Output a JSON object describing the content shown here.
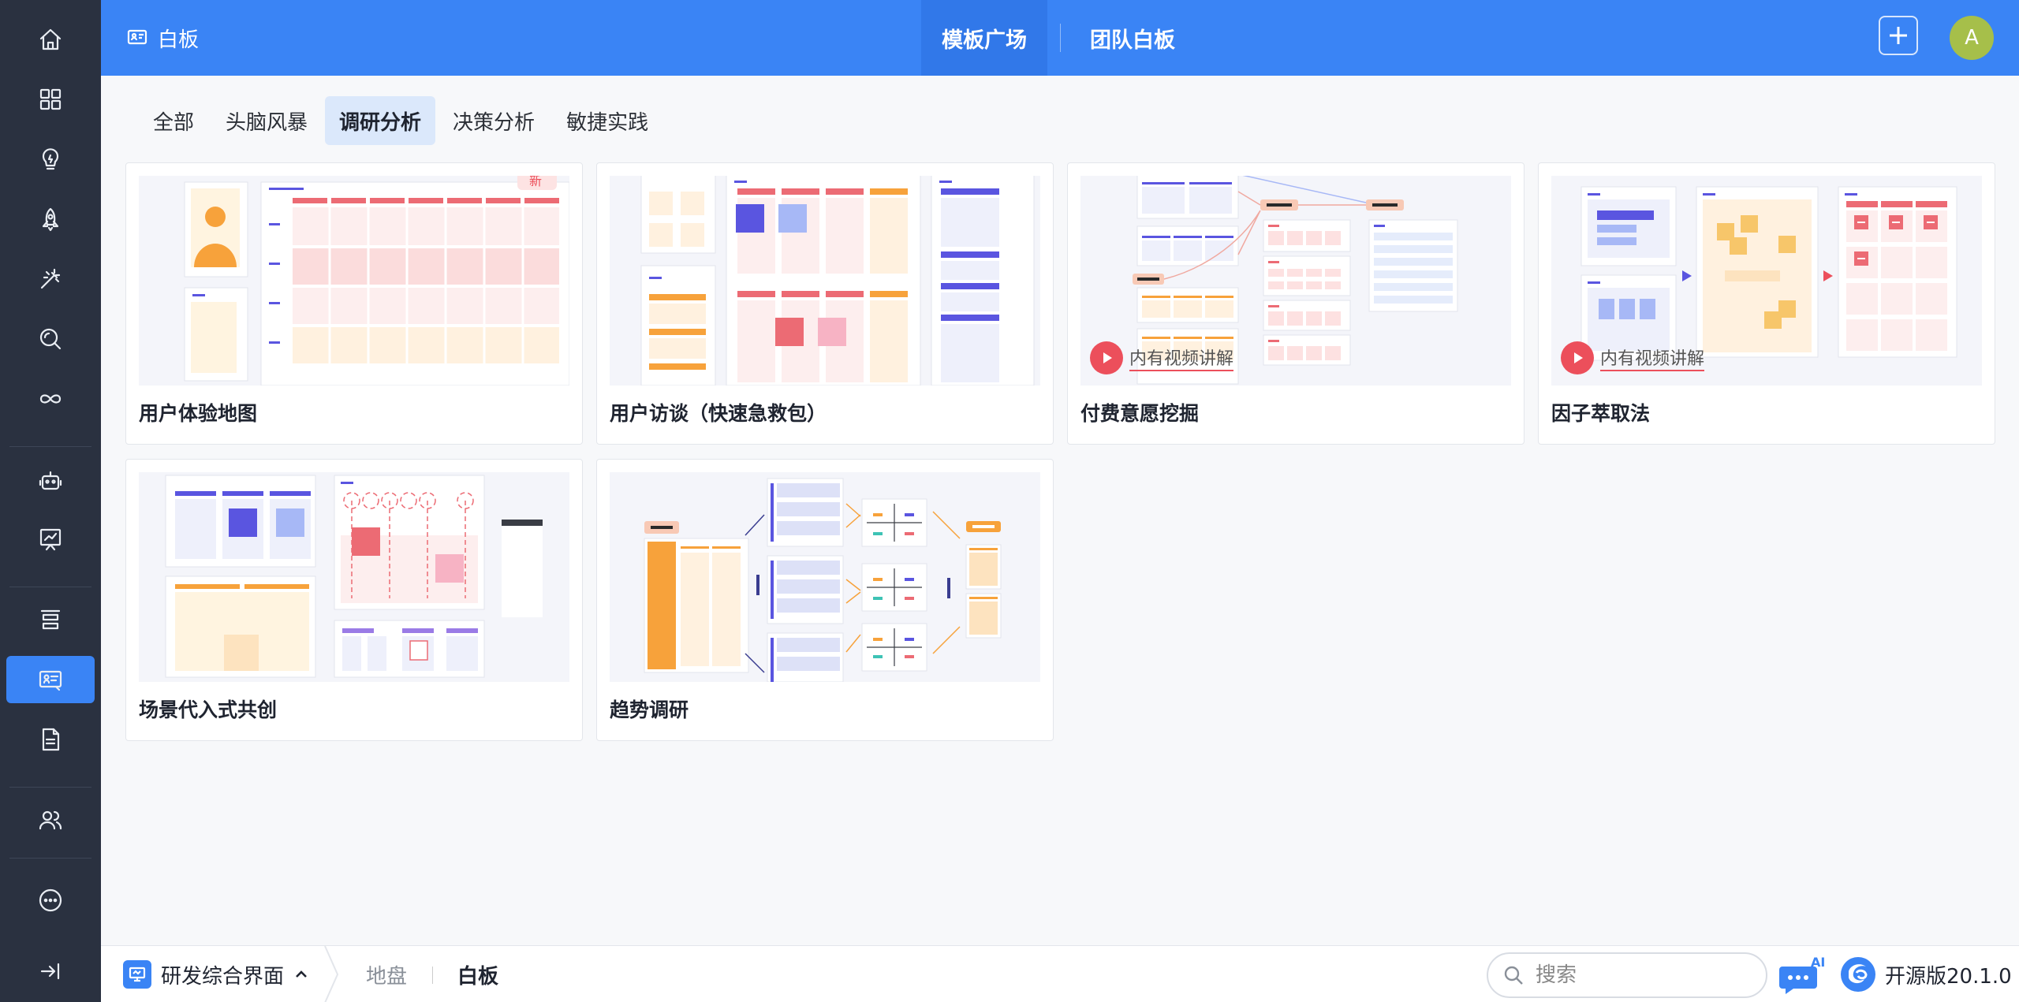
{
  "header": {
    "app_title": "白板",
    "tabs": [
      {
        "label": "模板广场",
        "active": true
      },
      {
        "label": "团队白板",
        "active": false
      }
    ],
    "avatar_initial": "A"
  },
  "categories": [
    {
      "label": "全部",
      "active": false
    },
    {
      "label": "头脑风暴",
      "active": false
    },
    {
      "label": "调研分析",
      "active": true
    },
    {
      "label": "决策分析",
      "active": false
    },
    {
      "label": "敏捷实践",
      "active": false
    }
  ],
  "templates": [
    {
      "title": "用户体验地图",
      "badge": "新"
    },
    {
      "title": "用户访谈（快速急救包）"
    },
    {
      "title": "付费意愿挖掘",
      "video_label": "内有视频讲解"
    },
    {
      "title": "因子萃取法",
      "video_label": "内有视频讲解"
    },
    {
      "title": "场景代入式共创"
    },
    {
      "title": "趋势调研"
    }
  ],
  "bottombar": {
    "workspace": "研发综合界面",
    "breadcrumbs": [
      {
        "label": "地盘",
        "active": false
      },
      {
        "label": "白板",
        "active": true
      }
    ],
    "search_placeholder": "搜索",
    "ai_label": "AI",
    "version": "开源版20.1.0"
  },
  "rail_icons": [
    "home-icon",
    "grid-icon",
    "lightbulb-icon",
    "rocket-icon",
    "wand-icon",
    "search-icon",
    "infinity-icon",
    "robot-icon",
    "chart-board-icon",
    "layers-icon",
    "whiteboard-icon",
    "document-icon",
    "users-icon",
    "more-icon",
    "collapse-icon"
  ],
  "colors": {
    "accent": "#3a84f5",
    "rail": "#2a3140",
    "red": "#ec4f5b",
    "orange": "#f7a23b",
    "purple": "#5a55e0"
  }
}
